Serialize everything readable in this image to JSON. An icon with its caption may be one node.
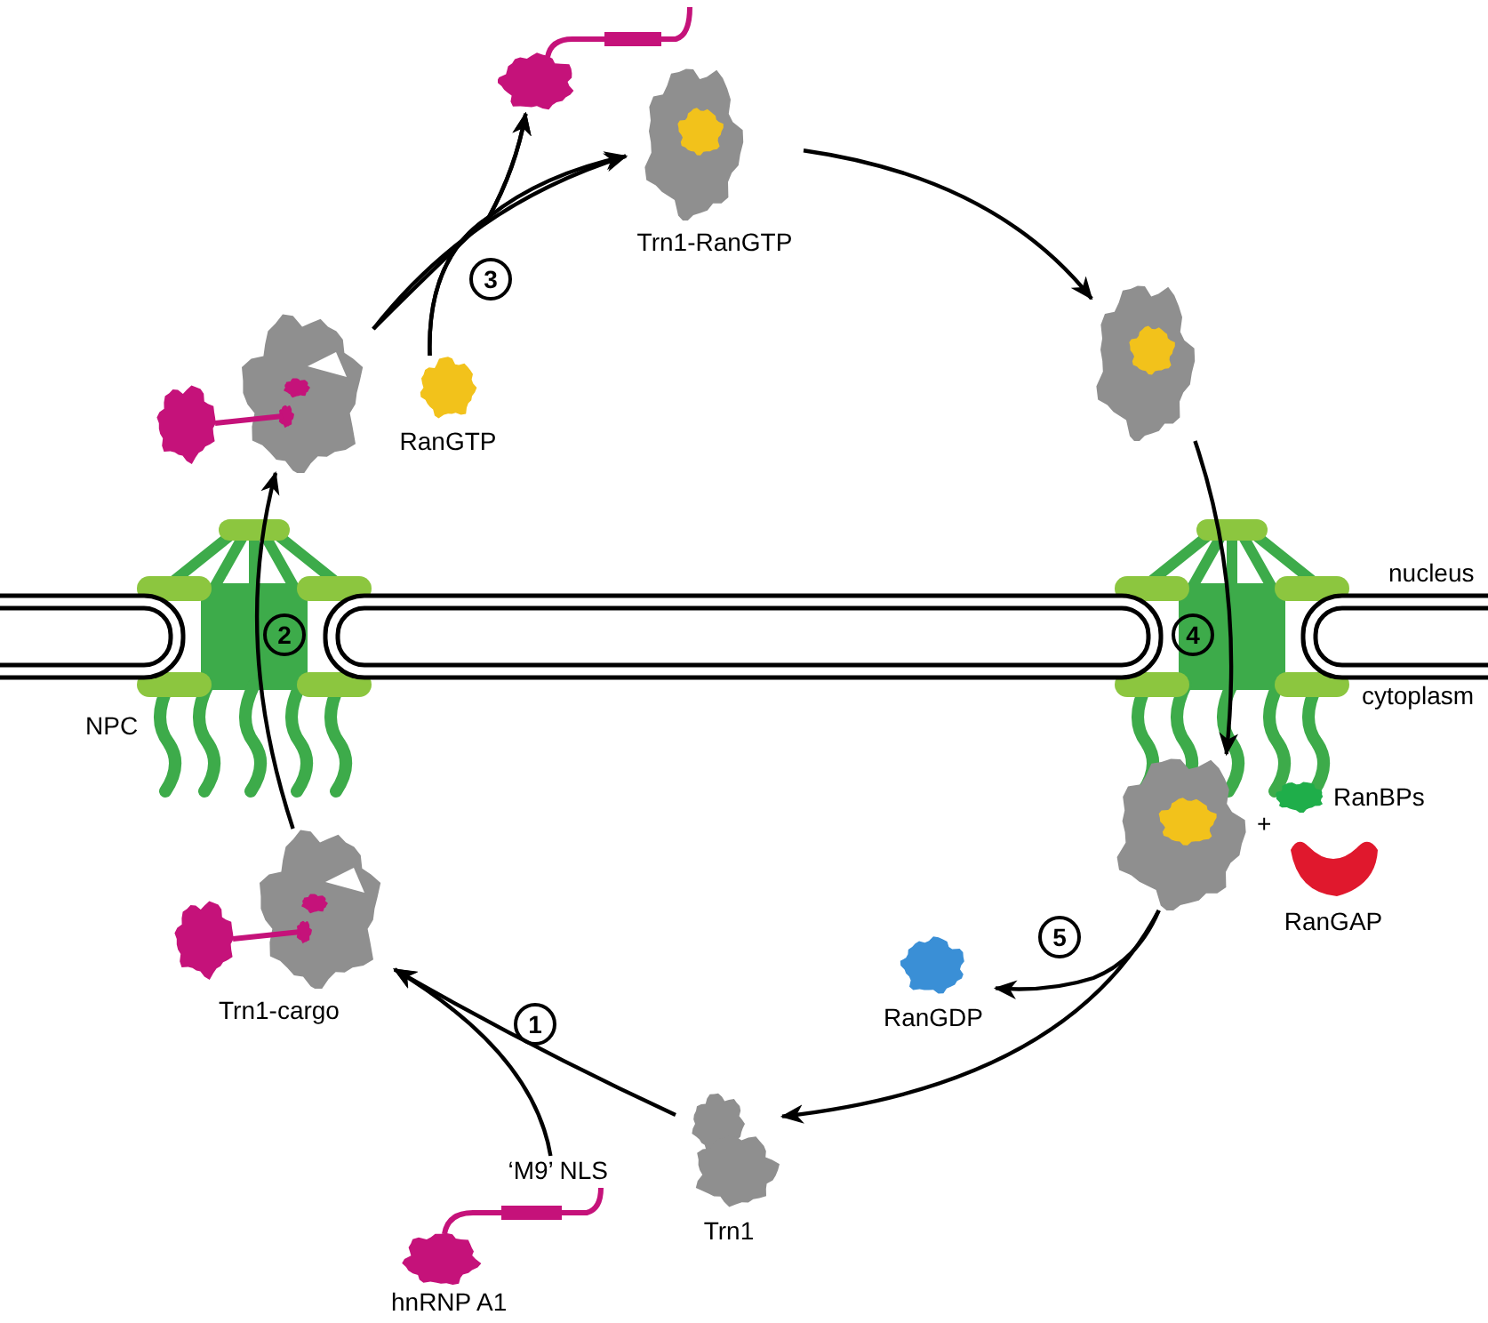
{
  "diagram": {
    "nodes": [
      {
        "text": [
          "Trn1"
        ]
      },
      {
        "text": [
          "‘M9’ NLS",
          "hnRNP A1"
        ]
      },
      {
        "text": [
          "Trn1-cargo"
        ]
      },
      {
        "text": [],
        "shape": "picture"
      },
      {
        "text": [
          "RanGTP"
        ]
      },
      {
        "text": [],
        "shape": "picture"
      },
      {
        "text": [
          "Trn1-RanGTP"
        ]
      },
      {
        "text": [],
        "shape": "picture"
      },
      {
        "text": [],
        "shape": "picture"
      },
      {
        "text": [
          "RanBPs"
        ]
      },
      {
        "text": [
          "RanGAP"
        ]
      },
      {
        "text": [
          "RanGDP"
        ]
      }
    ],
    "edges": [
      {
        "from": 0,
        "to": 2,
        "arrow": "to"
      },
      {
        "from": 1,
        "to": 2,
        "arrow": "to"
      },
      {
        "from": 2,
        "to": 3,
        "arrow": "to"
      },
      {
        "from": 3,
        "to": 6,
        "arrow": "to"
      },
      {
        "from": 3,
        "to": 5,
        "arrow": "to"
      },
      {
        "from": 4,
        "to": 6,
        "arrow": "to"
      },
      {
        "from": 4,
        "to": 5,
        "arrow": "to"
      },
      {
        "from": 6,
        "to": 7,
        "arrow": "to"
      },
      {
        "from": 7,
        "to": 8,
        "arrow": "to"
      },
      {
        "from": 8,
        "to": 0,
        "arrow": "to"
      },
      {
        "from": 8,
        "to": 11,
        "arrow": "to"
      }
    ],
    "labels": [
      "3",
      "nucleus",
      "2",
      "4",
      "NPC",
      "cytoplasm",
      "+",
      "5",
      "1"
    ]
  }
}
